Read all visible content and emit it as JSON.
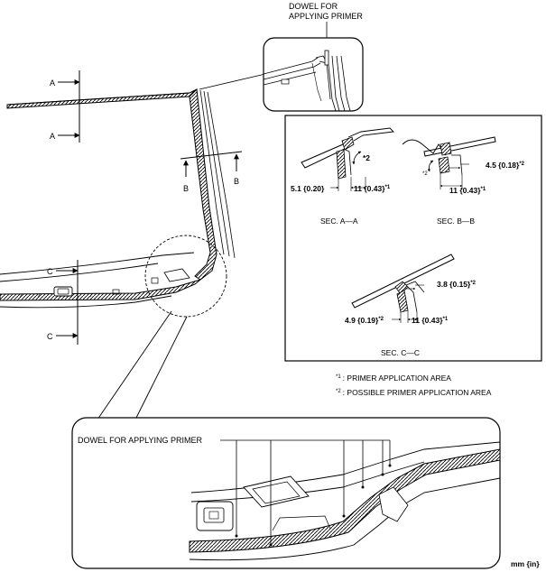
{
  "callout_top": {
    "line1": "DOWEL FOR",
    "line2": "APPLYING PRIMER"
  },
  "callout_bottom": {
    "label": "DOWEL FOR APPLYING PRIMER"
  },
  "section_markers": {
    "a": "A",
    "b": "B",
    "c": "C"
  },
  "sec_aa": {
    "title": "SEC. A—A",
    "dim_left": "5.1 {0.20}",
    "dim_right": "11 {0.43}",
    "dim_right_ref": "*1",
    "angle_ref": "*2"
  },
  "sec_bb": {
    "title": "SEC. B—B",
    "dim_top": "4.5 {0.18}",
    "dim_top_ref": "*2",
    "dim_bottom": "11 {0.43}",
    "dim_bottom_ref": "*1",
    "angle_ref": "*2"
  },
  "sec_cc": {
    "title": "SEC. C—C",
    "dim_top": "3.8 {0.15}",
    "dim_top_ref": "*2",
    "dim_left": "4.9 {0.19}",
    "dim_left_ref": "*2",
    "dim_right": "11 {0.43}",
    "dim_right_ref": "*1"
  },
  "legend": {
    "note1_ref": "*1",
    "note1": "PRIMER APPLICATION AREA",
    "note2_ref": "*2",
    "note2": "POSSIBLE PRIMER APPLICATION AREA"
  },
  "units": "mm {in}"
}
